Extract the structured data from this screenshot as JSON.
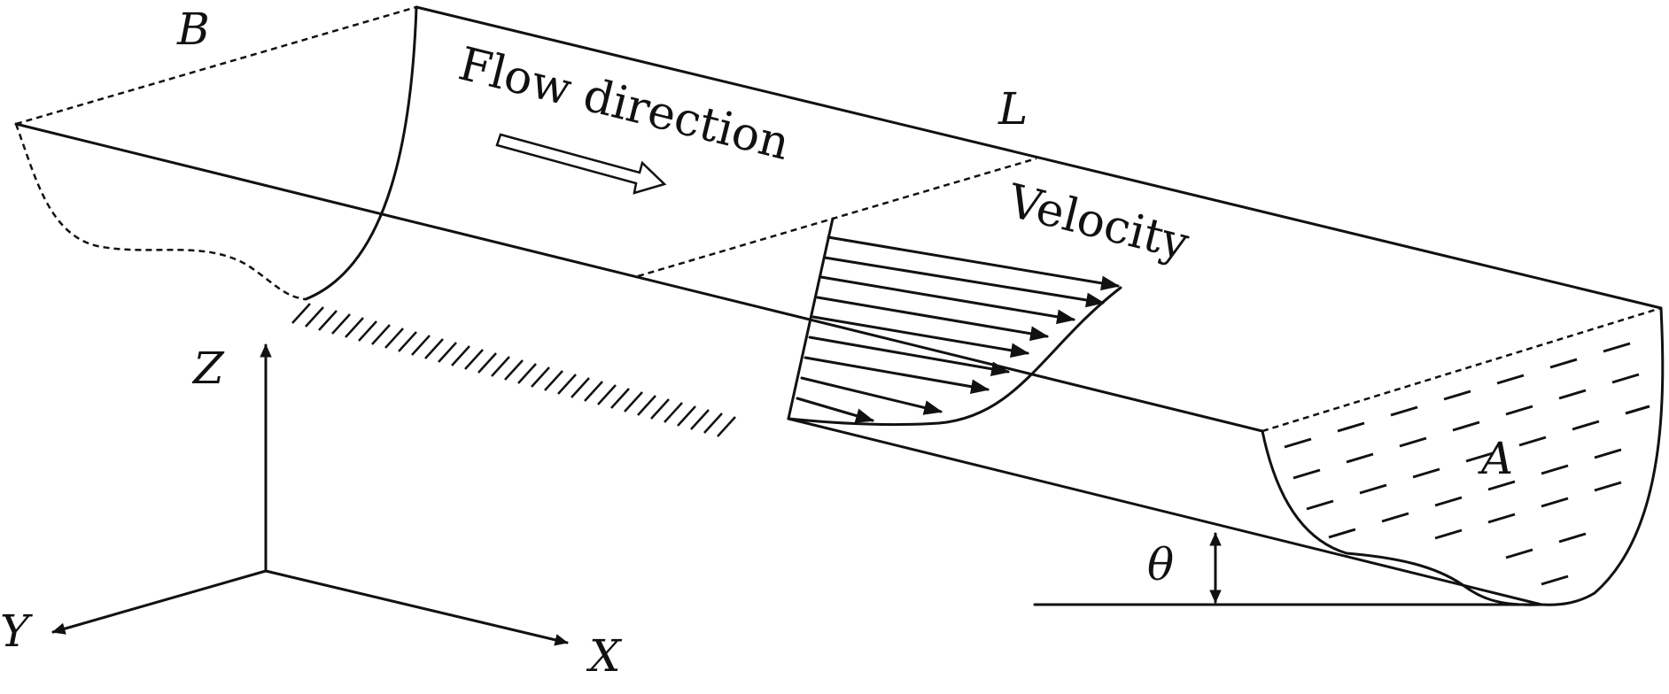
{
  "labels": {
    "B": "B",
    "L": "L",
    "A": "A",
    "Z": "Z",
    "Y": "Y",
    "X": "X",
    "theta": "θ",
    "flow_direction": "Flow direction",
    "velocity": "Velocity"
  }
}
